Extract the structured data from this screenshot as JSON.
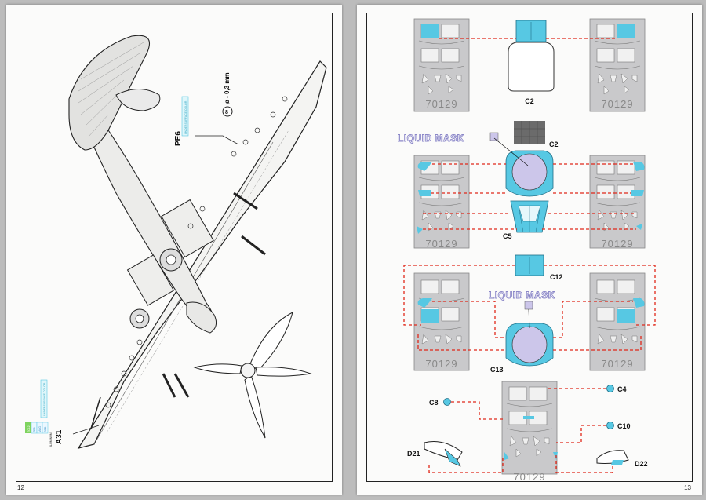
{
  "left_page": {
    "page_number": "12",
    "callouts": {
      "pe6": "PE6",
      "a31": "A31",
      "drill": "ø - 0,3 mm",
      "drill_step": "8"
    },
    "color_tags": {
      "upper_tag": "UNDERSURFACE COLOR",
      "lower_tag": "UNDERSURFACE COLOR",
      "small_boxes": [
        "TC12",
        "TR8",
        "MAG",
        "RED",
        "ALUMINUM"
      ]
    }
  },
  "right_page": {
    "page_number": "13",
    "fret_number": "70129",
    "liquid_mask_label": "LIQUID MASK",
    "labels": {
      "c2_top": "C2",
      "c2": "C2",
      "c5": "C5",
      "c12": "C12",
      "c13": "C13",
      "c8": "C8",
      "c4": "C4",
      "c10": "C10",
      "d21": "D21",
      "d22": "D22"
    }
  },
  "colors": {
    "mask_cyan": "#57c8e3",
    "liquid_mask": "#ccc6ea",
    "callout_dash": "#e0281a",
    "fret_gray": "#c9c9cb",
    "liquid_text": "#8b87c8"
  }
}
